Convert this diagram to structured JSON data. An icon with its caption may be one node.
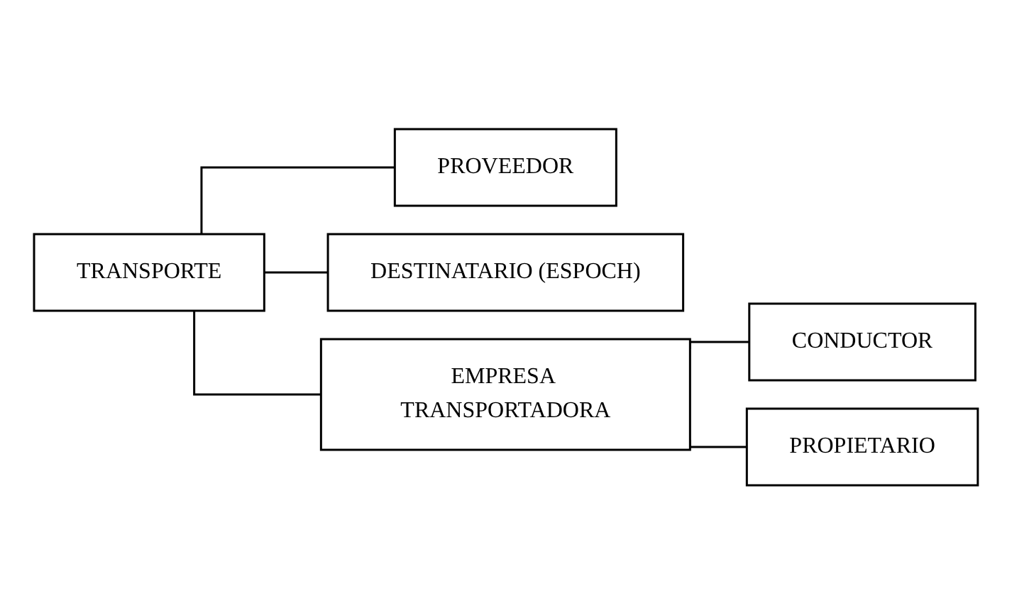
{
  "diagram": {
    "nodes": [
      {
        "text": [
          "TRANSPORTE"
        ]
      },
      {
        "text": [
          "PROVEEDOR"
        ]
      },
      {
        "text": [
          "DESTINATARIO (ESPOCH)"
        ]
      },
      {
        "text": [
          "EMPRESA TRANSPORTADORA"
        ]
      },
      {
        "text": [
          "CONDUCTOR"
        ]
      },
      {
        "text": [
          "PROPIETARIO"
        ]
      }
    ],
    "edges": [
      {
        "from": 0,
        "to": 1,
        "arrow": "none"
      },
      {
        "from": 0,
        "to": 2,
        "arrow": "none"
      },
      {
        "from": 0,
        "to": 3,
        "arrow": "none"
      },
      {
        "from": 3,
        "to": 4,
        "arrow": "none"
      },
      {
        "from": 3,
        "to": 5,
        "arrow": "none"
      }
    ]
  }
}
